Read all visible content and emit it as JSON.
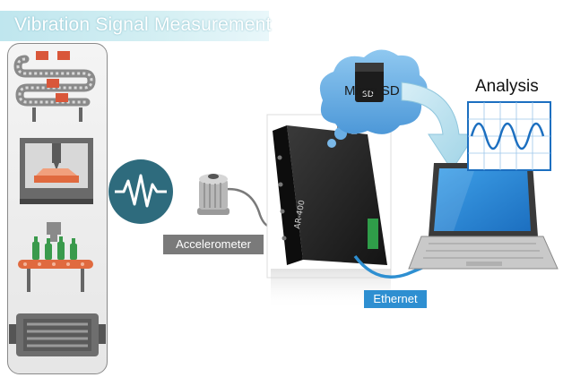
{
  "title": "Vibration Signal Measurement",
  "labels": {
    "accelerometer": "Accelerometer",
    "ethernet": "Ethernet",
    "micro_sd": "Micro SD",
    "analysis": "Analysis",
    "device_model": "AR-400",
    "sd_card_text": "SD"
  },
  "colors": {
    "title_banner": "#cfecf2",
    "wave_circle": "#2e6b7d",
    "cloud": "#5ea7e0",
    "ethernet_cable": "#2e8fd1",
    "accelerometer_label_bg": "#7a7a7a",
    "ethernet_label_bg": "#2e8fd1"
  },
  "icons": {
    "industry": [
      "conveyor-belt-icon",
      "cnc-machine-icon",
      "bottling-line-icon",
      "heat-exchanger-icon"
    ],
    "signal": "vibration-wave-icon"
  }
}
